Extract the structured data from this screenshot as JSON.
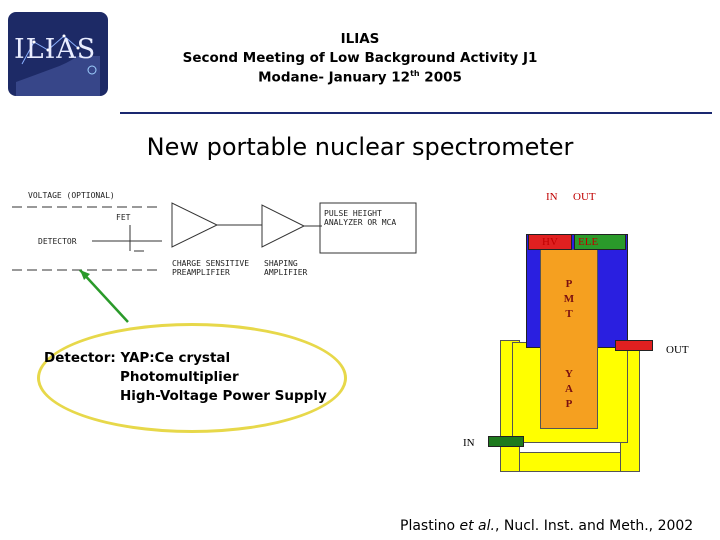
{
  "logo": {
    "text": "ILIAS"
  },
  "header": {
    "line1": "ILIAS",
    "line2": "Second Meeting of Low Background Activity J1",
    "line3_main": "Modane- January 12",
    "line3_sup": "th",
    "line3_end": " 2005"
  },
  "slide_title": "New portable nuclear spectrometer",
  "schematic": {
    "labels": {
      "optional": "VOLTAGE (OPTIONAL)",
      "fet": "FET",
      "detector": "DETECTOR",
      "preamp": "CHARGE SENSITIVE PREAMPLIFIER",
      "shaping": "SHAPING AMPLIFIER",
      "pha": "PULSE HEIGHT ANALYZER OR MCA"
    }
  },
  "detector_box": {
    "line1": "Detector:  YAP:Ce crystal",
    "line2": "Photomultiplier",
    "line3": "High-Voltage Power Supply"
  },
  "device": {
    "in_top": "IN",
    "out_top": "OUT",
    "hv": "HV",
    "ele": "ELE",
    "pmt_letters": [
      "P",
      "M",
      "T"
    ],
    "yap_letters": [
      "Y",
      "A",
      "P"
    ],
    "out_right": "OUT",
    "in_bottom": "IN",
    "colors": {
      "housing": "#2a1fe0",
      "pmt": "#f5a020",
      "outer_frame": "#ffff00",
      "hv_connector": "#e02020",
      "ele_connector": "#2a9a2a",
      "out_connector": "#e02020",
      "in_connector": "#1e7a1e"
    }
  },
  "citation": {
    "author": "Plastino ",
    "etal": "et al.",
    "rest": ", Nucl. Inst. and Meth., 2002"
  }
}
